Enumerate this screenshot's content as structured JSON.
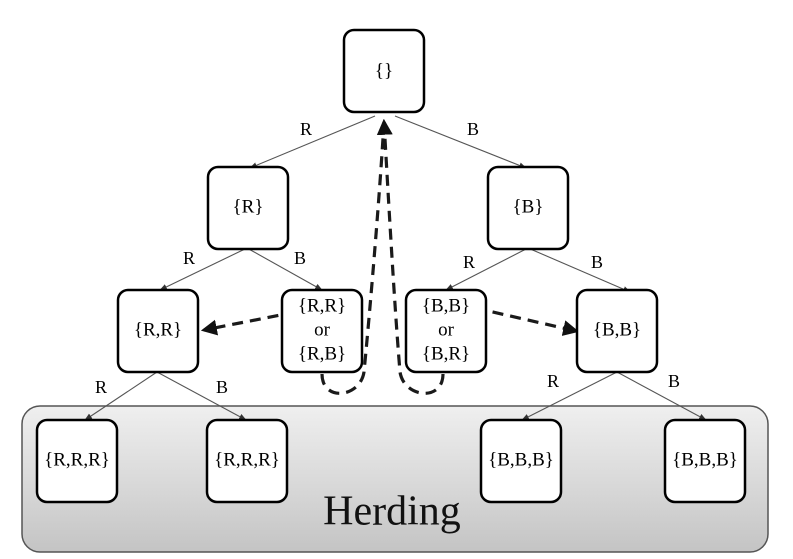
{
  "region": {
    "label": "Herding",
    "fill": "#d9d9d9"
  },
  "nodes": {
    "root": [
      "{}"
    ],
    "l1_r": [
      "{R}"
    ],
    "l1_b": [
      "{B}"
    ],
    "l2_rr": [
      "{R,R}"
    ],
    "l2_rb": [
      "{R,R}",
      "or",
      "{R,B}"
    ],
    "l2_br": [
      "{B,B}",
      "or",
      "{B,R}"
    ],
    "l2_bb": [
      "{B,B}"
    ],
    "l3_rrr_1": [
      "{R,R,R}"
    ],
    "l3_rrr_2": [
      "{R,R,R}"
    ],
    "l3_bbb_1": [
      "{B,B,B}"
    ],
    "l3_bbb_2": [
      "{B,B,B}"
    ]
  },
  "edge_labels": {
    "root_r": "R",
    "root_b": "B",
    "l1r_r": "R",
    "l1r_b": "B",
    "l1b_r": "R",
    "l1b_b": "B",
    "l2rr_r": "R",
    "l2rr_b": "B",
    "l2bb_r": "R",
    "l2bb_b": "B"
  }
}
